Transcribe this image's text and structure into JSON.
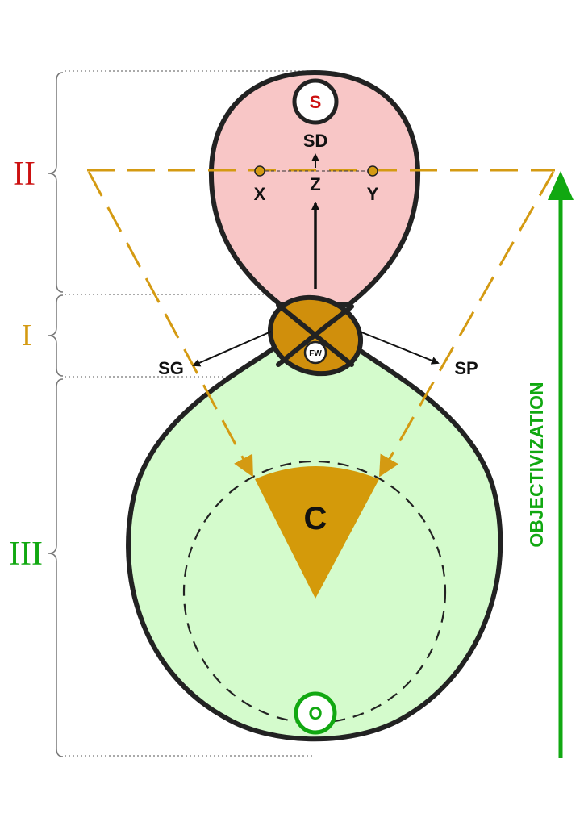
{
  "levels": {
    "level_ii": "II",
    "level_i": "I",
    "level_iii": "III"
  },
  "upper_bulb": {
    "subject": "S",
    "sd": "SD",
    "x": "X",
    "z": "Z",
    "y": "Y"
  },
  "knot": {
    "fw": "FW",
    "sg": "SG",
    "sp": "SP"
  },
  "lower_bulb": {
    "center": "C",
    "object": "O"
  },
  "axis": {
    "label": "OBJECTIVIZATION"
  },
  "colors": {
    "upper_fill": "#f8c6c6",
    "lower_fill": "#d4fbcc",
    "ochre": "#d49a12",
    "knot_fill": "#d08f0c",
    "red_text": "#cc1111",
    "green": "#11a811",
    "outline": "#222222"
  }
}
